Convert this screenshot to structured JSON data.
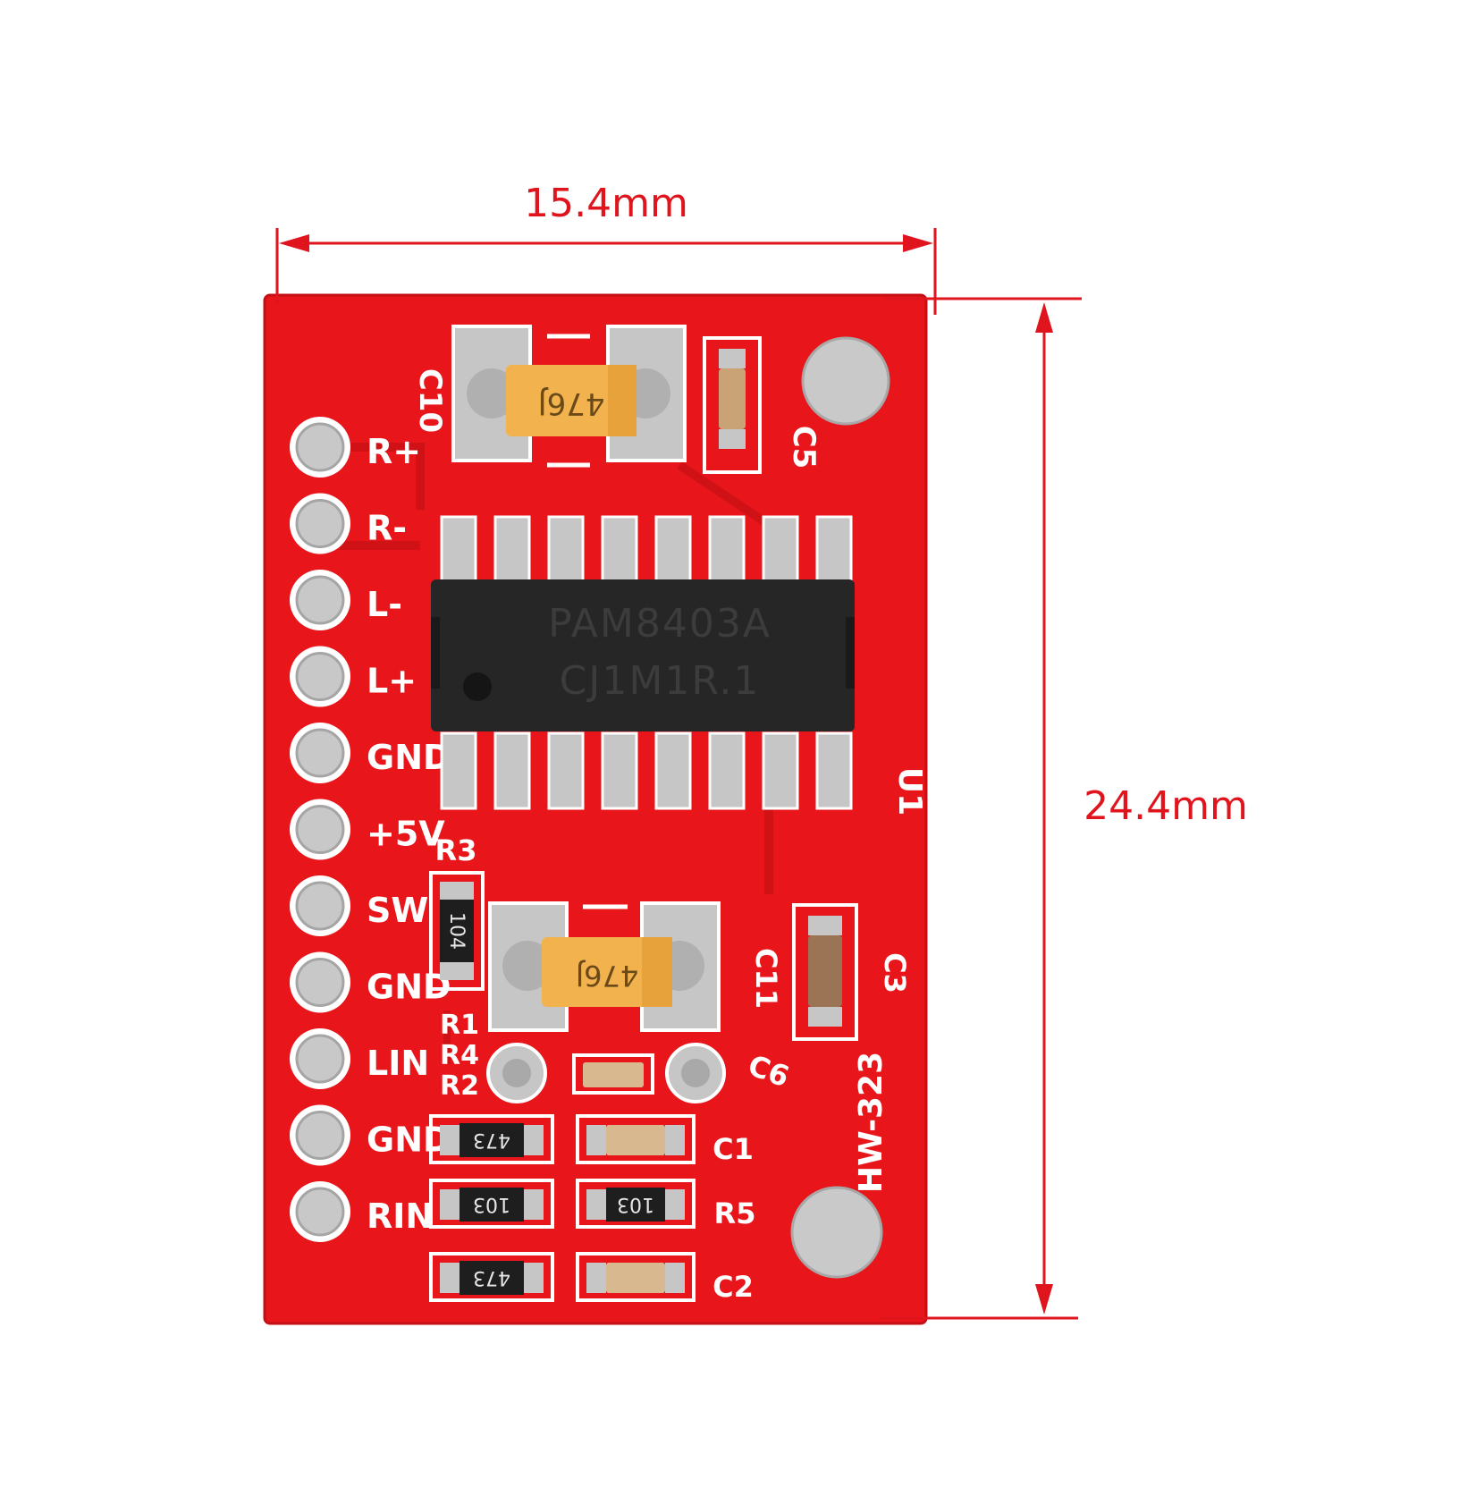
{
  "colors": {
    "background": "#ffffff",
    "board": "#e8161a",
    "silkscreen": "#ffffff",
    "dimension": "#e0141c",
    "ic_body": "#262626",
    "ic_text": "#3a3a3a",
    "pad": "#c8c8c8",
    "tantalum": "#f2b24e"
  },
  "dimensions": {
    "width_label": "15.4mm",
    "height_label": "24.4mm"
  },
  "chip": {
    "line1": "PAM8403A",
    "line2": "CJ1M1R.1",
    "designator": "U1"
  },
  "pins": [
    {
      "label": "R+"
    },
    {
      "label": "R-"
    },
    {
      "label": "L-"
    },
    {
      "label": "L+"
    },
    {
      "label": "GND"
    },
    {
      "label": "+5V"
    },
    {
      "label": "SW"
    },
    {
      "label": "GND"
    },
    {
      "label": "LIN"
    },
    {
      "label": "GND"
    },
    {
      "label": "RIN"
    }
  ],
  "silkscreen": {
    "c10": "C10",
    "c5": "C5",
    "r3": "R3",
    "c11": "C11",
    "c3": "C3",
    "r1": "R1",
    "r4": "R4",
    "r2": "R2",
    "c6": "C6",
    "c1": "C1",
    "r5": "R5",
    "c2": "C2",
    "board_id": "HW-323"
  },
  "component_markings": {
    "tantalum_top": "476J",
    "tantalum_bottom": "476J",
    "resistor_r3": "104",
    "resistor_473_a": "473",
    "resistor_103_a": "103",
    "resistor_103_b": "103",
    "resistor_473_b": "473"
  }
}
